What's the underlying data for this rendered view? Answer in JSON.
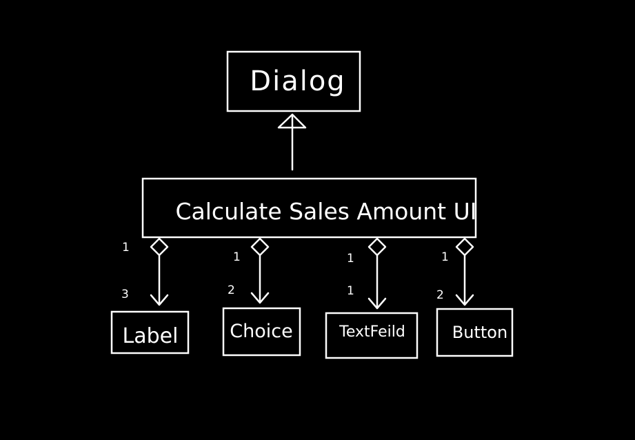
{
  "diagram": {
    "parent": {
      "label": "Dialog"
    },
    "main": {
      "label": "Calculate Sales Amount UI"
    },
    "children": [
      {
        "label": "Label",
        "source_multiplicity": "1",
        "target_multiplicity": "3"
      },
      {
        "label": "Choice",
        "source_multiplicity": "1",
        "target_multiplicity": "2"
      },
      {
        "label": "TextFeild",
        "source_multiplicity": "1",
        "target_multiplicity": "1"
      },
      {
        "label": "Button",
        "source_multiplicity": "1",
        "target_multiplicity": "2"
      }
    ]
  }
}
